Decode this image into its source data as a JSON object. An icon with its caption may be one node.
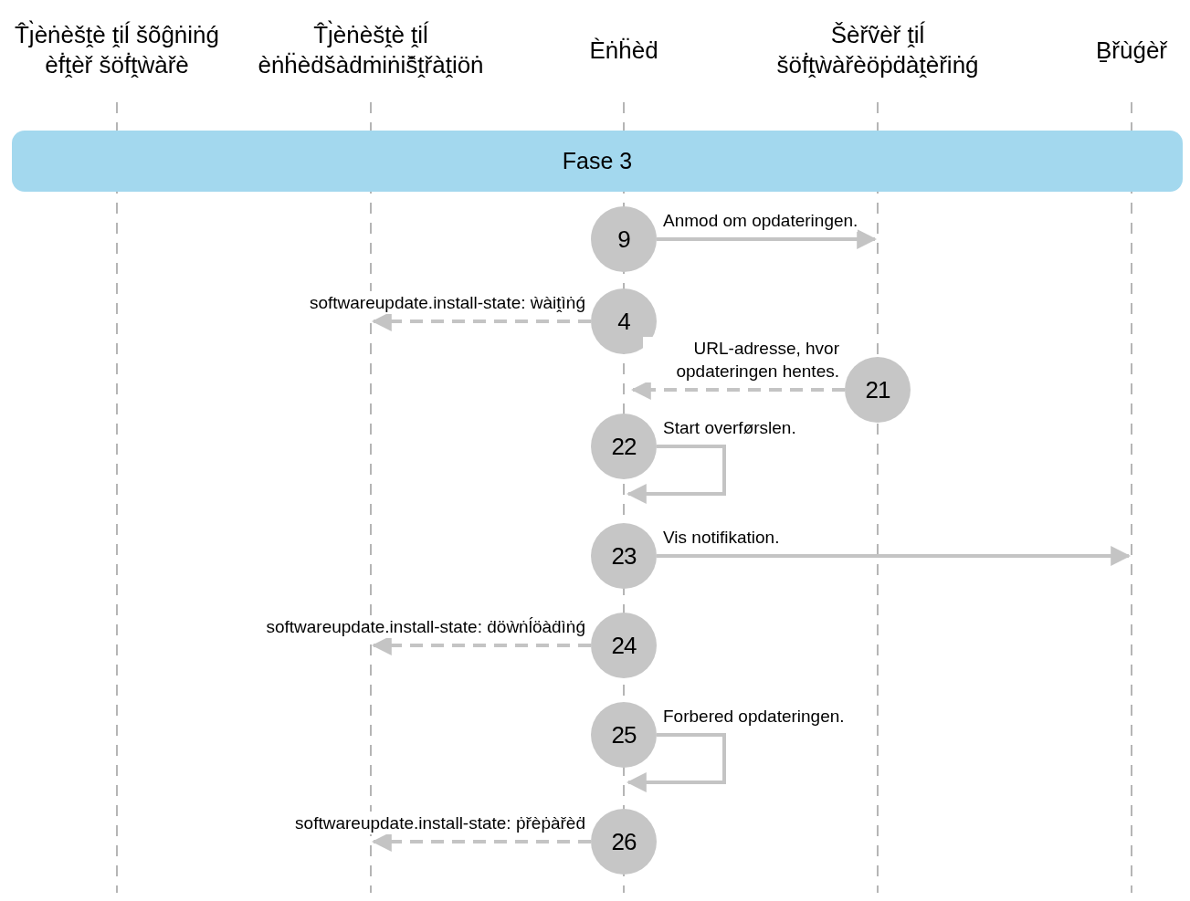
{
  "diagram": {
    "nodes": [
      {
        "text": [
          "T̂ȷ̀èṅèšṱè ṱiĺ šõĝṅiṅǵ èḟṱèř šöḟṱẁàřè"
        ]
      },
      {
        "text": [
          "T̂ȷ̀èṅèšṱè ṱiĺ èṅḧèḋšàḋṁiṅiš̂ṱřàṱiöṅ"
        ]
      },
      {
        "text": [
          "Èṅḧèḋ"
        ]
      },
      {
        "text": [
          "Šèřṽèř ṱiĺ šöḟṱẁàřèöṗḋàṱèřiṅǵ"
        ]
      },
      {
        "text": [
          "B̠řùǵèř"
        ]
      },
      {
        "text": [
          "Fase 3"
        ]
      },
      {
        "text": [
          "9"
        ]
      },
      {
        "text": [
          "4"
        ]
      },
      {
        "text": [
          "21"
        ]
      },
      {
        "text": [
          "22"
        ]
      },
      {
        "text": [
          "23"
        ]
      },
      {
        "text": [
          "24"
        ]
      },
      {
        "text": [
          "25"
        ]
      },
      {
        "text": [
          "26"
        ]
      }
    ],
    "edges": [
      {
        "from": 6,
        "to": null,
        "arrow": "to",
        "label": "Anmod om opdateringen."
      },
      {
        "from": 7,
        "to": null,
        "arrow": "to",
        "style": "dashed",
        "label": "softwareupdate.install-state: ẁàiṱìṅǵ"
      },
      {
        "from": 8,
        "to": 9,
        "arrow": "to",
        "style": "dashed",
        "label": "URL-adresse, hvor opdateringen hentes."
      },
      {
        "from": 9,
        "to": 9,
        "arrow": "to",
        "label": "Start overførslen."
      },
      {
        "from": 10,
        "to": null,
        "arrow": "to",
        "label": "Vis notifikation."
      },
      {
        "from": 11,
        "to": null,
        "arrow": "to",
        "style": "dashed",
        "label": "softwareupdate.install-state: ḋöẁṅĺöàḋìṅǵ"
      },
      {
        "from": 12,
        "to": 12,
        "arrow": "to",
        "label": "Forbered opdateringen."
      },
      {
        "from": 13,
        "to": null,
        "arrow": "to",
        "style": "dashed",
        "label": "softwareupdate.install-state: ṗřèṗàřèḋ"
      }
    ]
  }
}
